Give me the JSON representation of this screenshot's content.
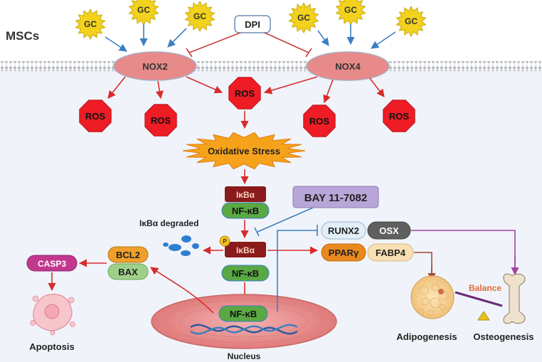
{
  "cell_label": "MSCs",
  "gc_label": "GC",
  "dpi_label": "DPI",
  "nox2_label": "NOX2",
  "nox4_label": "NOX4",
  "ros_label": "ROS",
  "oxidative_stress_label": "Oxidative Stress",
  "ikba_label": "IκBα",
  "nfkb_label": "NF-κB",
  "phospho_label": "P",
  "bay_label": "BAY 11-7082",
  "ikba_degraded_label": "IκBα degraded",
  "runx2_label": "RUNX2",
  "osx_label": "OSX",
  "ppar_label": "PPARγ",
  "fabp4_label": "FABP4",
  "casp3_label": "CASP3",
  "bcl2_label": "BCL2",
  "bax_label": "BAX",
  "apoptosis_label": "Apoptosis",
  "nucleus_label": "Nucleus",
  "adipogenesis_label": "Adipogenesis",
  "osteogenesis_label": "Osteogenesis",
  "balance_label": "Balance",
  "colors": {
    "gc_fill": "#f2d21c",
    "nox_fill": "#e88a8a",
    "ros_fill": "#ee1c25",
    "stress_fill": "#f7a21b",
    "ikba_fill": "#8b1a1a",
    "nfkb_fill": "#5aa843",
    "bay_fill": "#b9a6d9",
    "casp3_fill": "#c2388f",
    "bcl2_fill": "#f0a02a",
    "bax_fill": "#9fd08a",
    "ppar_fill": "#e8891e",
    "fabp4_fill": "#f8dfb4",
    "runx2_fill": "#e2eef8",
    "osx_fill": "#5f5f5f",
    "inhibit_blue": "#3b7fc2",
    "activate_red": "#d62c2c",
    "purple_arrow": "#a0439a"
  }
}
